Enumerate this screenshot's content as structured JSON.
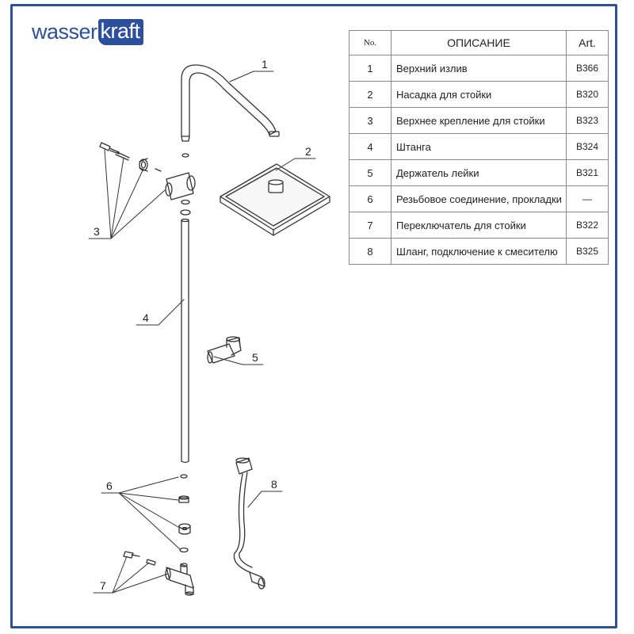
{
  "brand": {
    "part1": "wasser",
    "part2": "kraft"
  },
  "table": {
    "headers": {
      "no": "No.",
      "description": "ОПИСАНИЕ",
      "art": "Art."
    },
    "rows": [
      {
        "no": "1",
        "description": "Верхний излив",
        "art": "B366"
      },
      {
        "no": "2",
        "description": "Насадка для стойки",
        "art": "B320"
      },
      {
        "no": "3",
        "description": "Верхнее крепление для стойки",
        "art": "B323"
      },
      {
        "no": "4",
        "description": "Штанга",
        "art": "B324"
      },
      {
        "no": "5",
        "description": "Держатель лейки",
        "art": "B321"
      },
      {
        "no": "6",
        "description": "Резьбовое соединение, прокладки",
        "art": "—"
      },
      {
        "no": "7",
        "description": "Переключатель для стойки",
        "art": "B322"
      },
      {
        "no": "8",
        "description": "Шланг, подключение к смесителю",
        "art": "B325"
      }
    ]
  },
  "callouts": [
    "1",
    "2",
    "3",
    "4",
    "5",
    "6",
    "7",
    "8"
  ],
  "colors": {
    "frame": "#2c4f9e",
    "line": "#333333"
  }
}
